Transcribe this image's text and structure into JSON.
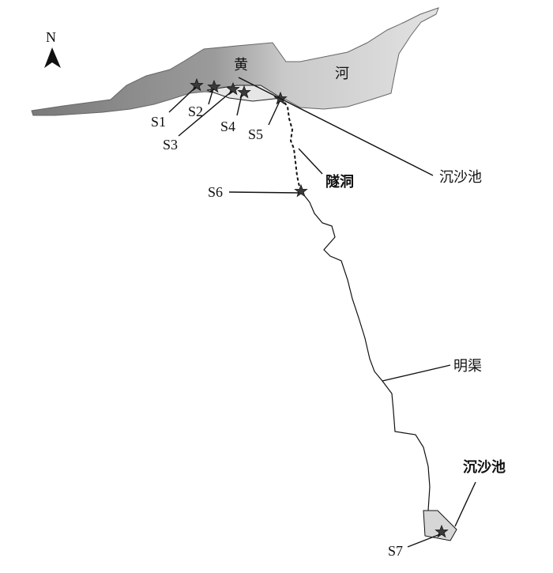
{
  "north": {
    "letter": "N",
    "icon": "north-arrow-icon"
  },
  "river": {
    "char1": "黄",
    "char2": "河",
    "fill_dark": "#8a8a8a",
    "fill_light": "#d0d0d0"
  },
  "stations": [
    {
      "id": "S1",
      "label": "S1"
    },
    {
      "id": "S2",
      "label": "S2"
    },
    {
      "id": "S3",
      "label": "S3"
    },
    {
      "id": "S4",
      "label": "S4"
    },
    {
      "id": "S5",
      "label": "S5"
    },
    {
      "id": "S6",
      "label": "S6"
    },
    {
      "id": "S7",
      "label": "S7"
    }
  ],
  "features": {
    "tunnel": "隧洞",
    "canal": "明渠",
    "basin_upper": "沉沙池",
    "basin_lower": "沉沙池"
  },
  "colors": {
    "star": "#333333",
    "line": "#111111",
    "basin": "#d6d6d6"
  }
}
